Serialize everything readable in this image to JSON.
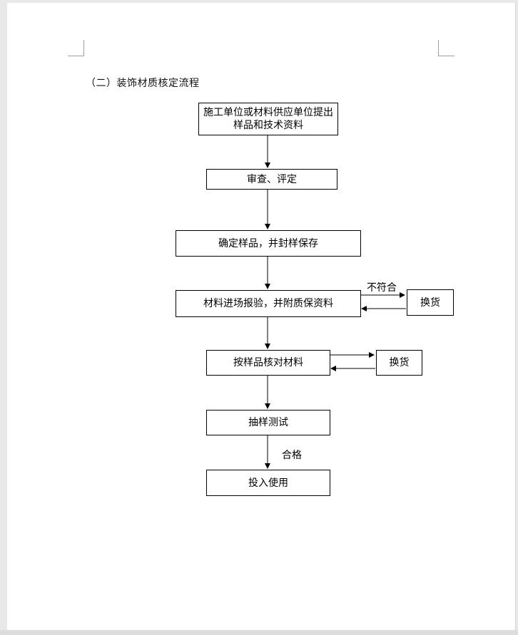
{
  "document": {
    "heading": "（二）装饰材质核定流程"
  },
  "flow": {
    "step1": "施工单位或材料供应单位提出样品和技术资料",
    "step2": "审查、评定",
    "step3": "确定样品，并封样保存",
    "step4": "材料进场报验，并附质保资料",
    "step5": "按样品核对材料",
    "step6": "抽样测试",
    "step7": "投入使用",
    "exchange1": "换货",
    "exchange2": "换货",
    "label_not_conform": "不符合",
    "label_pass": "合格"
  }
}
